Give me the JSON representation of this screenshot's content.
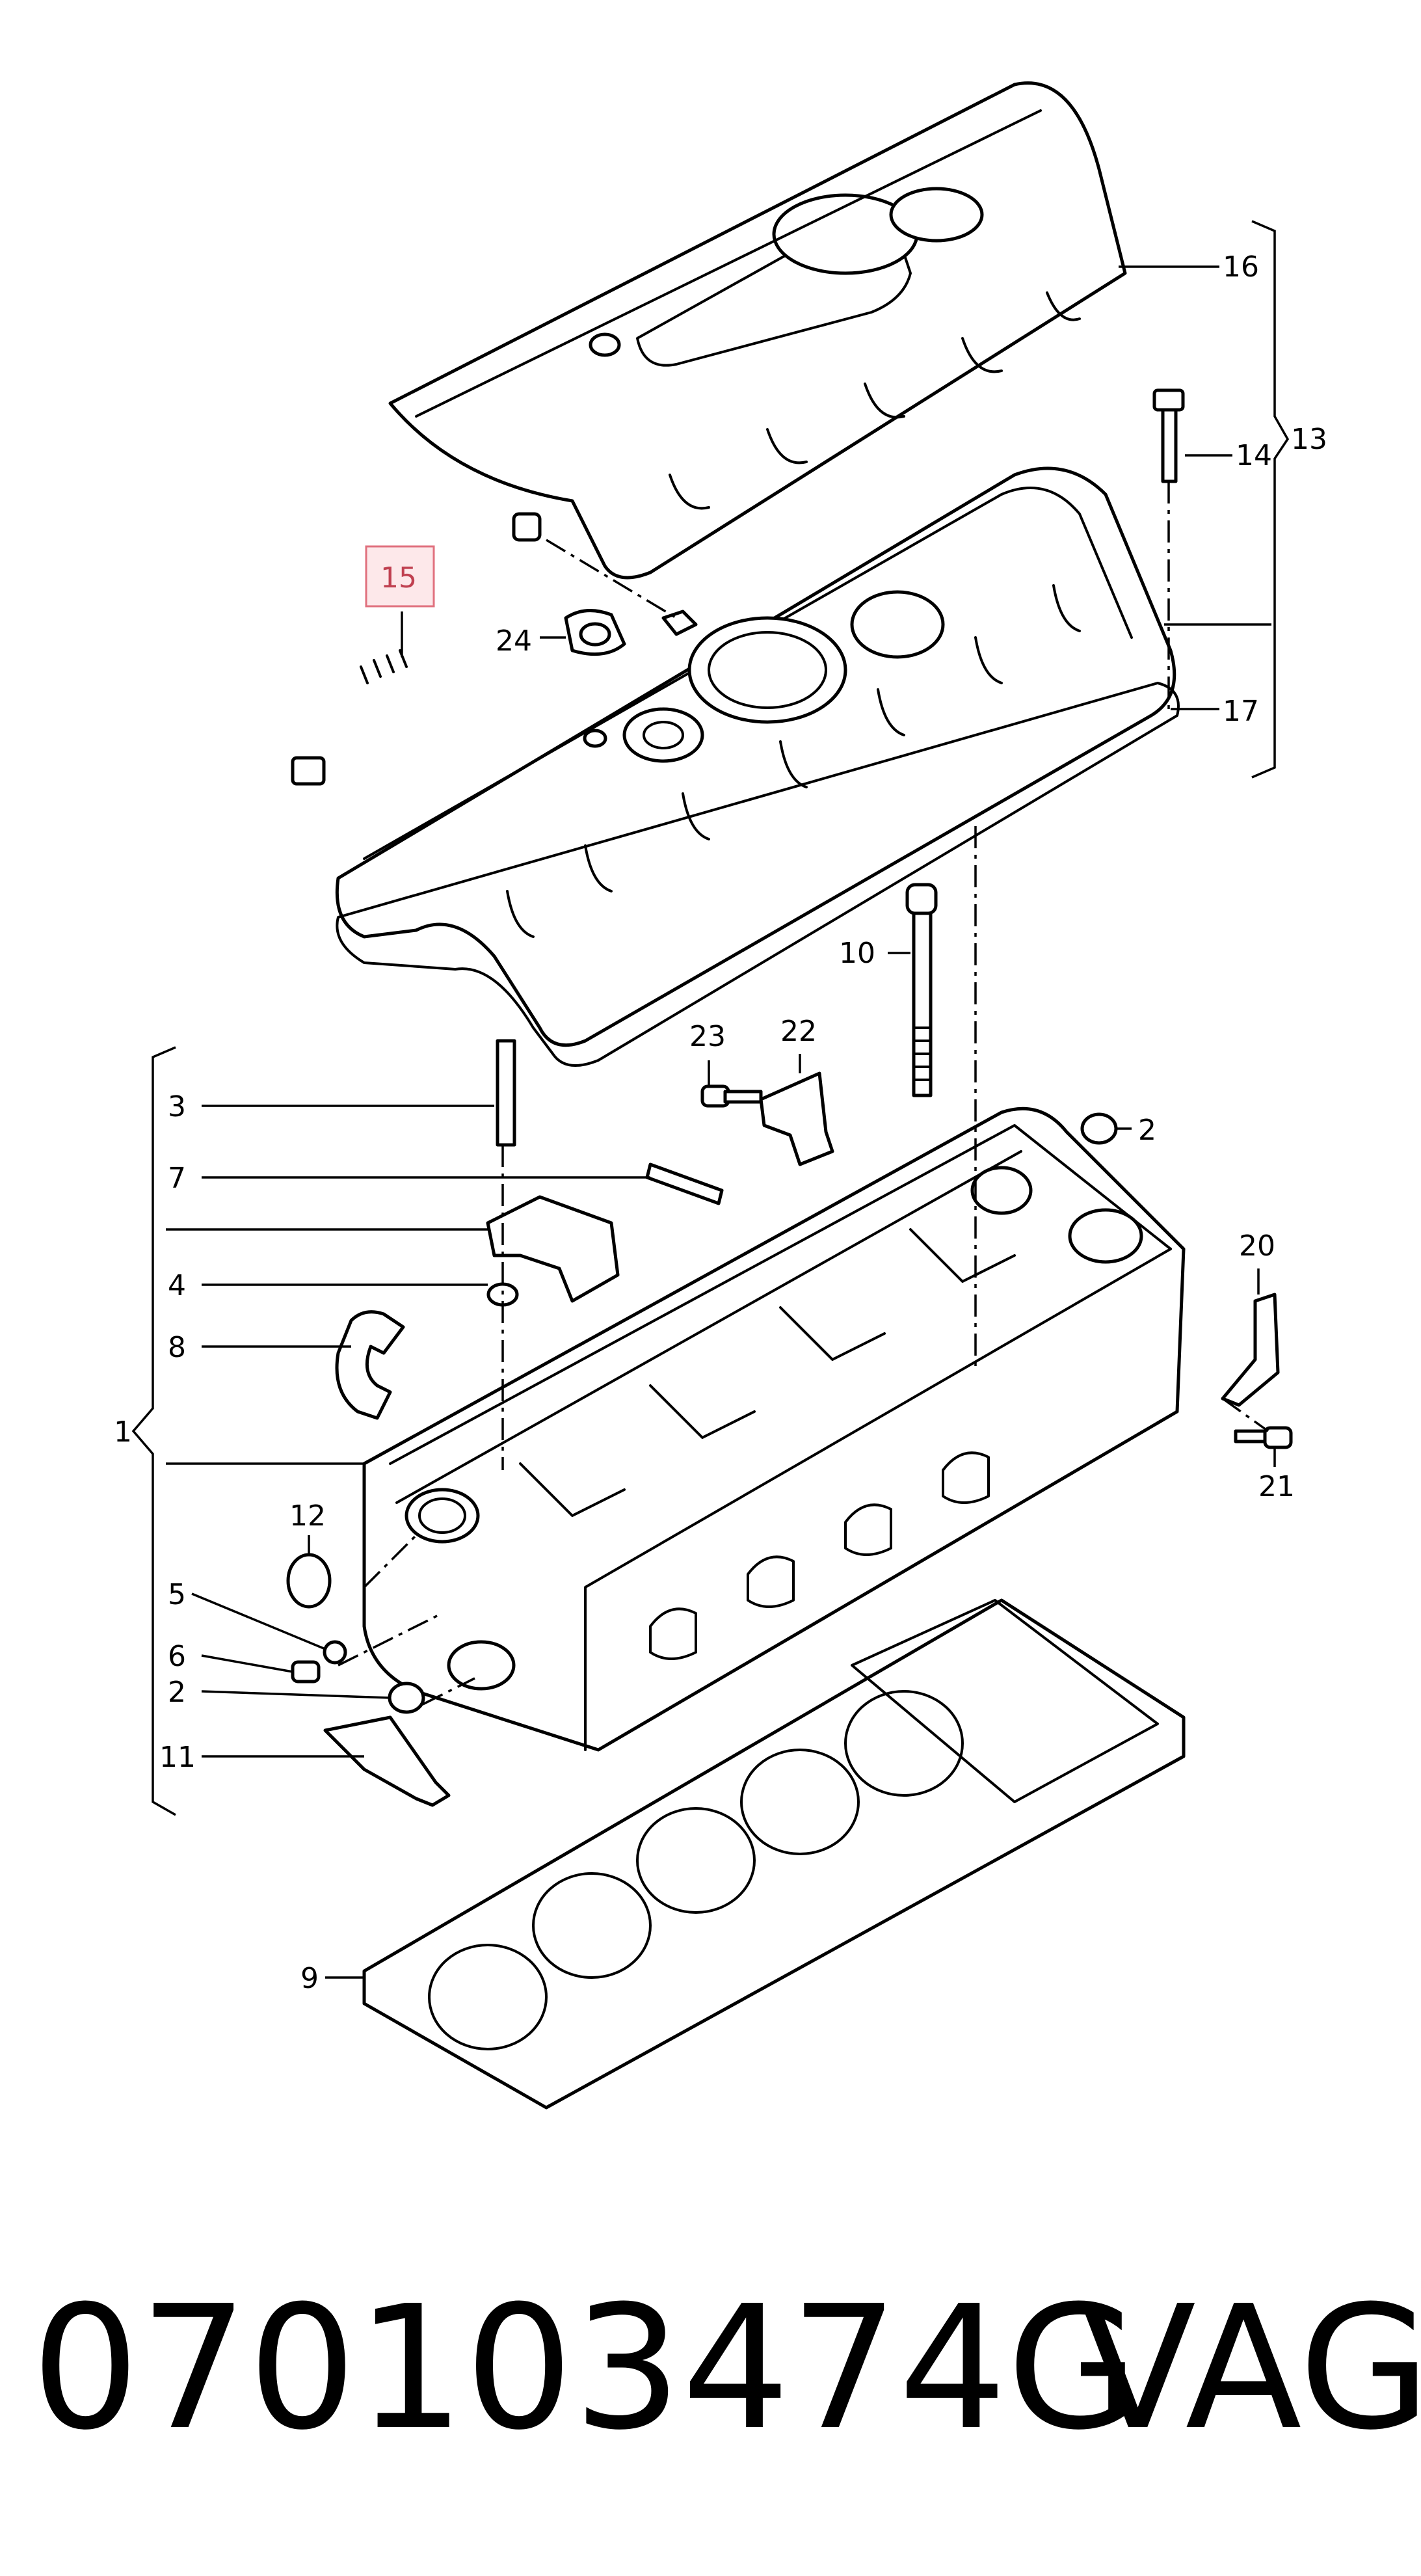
{
  "diagram": {
    "callouts": {
      "c1": "1",
      "c2a": "2",
      "c2b": "2",
      "c3": "3",
      "c4": "4",
      "c5": "5",
      "c6": "6",
      "c7": "7",
      "c8": "8",
      "c9": "9",
      "c10": "10",
      "c11": "11",
      "c12": "12",
      "c13": "13",
      "c14": "14",
      "c15": "15",
      "c16": "16",
      "c17": "17",
      "c20": "20",
      "c21": "21",
      "c22": "22",
      "c23": "23",
      "c24": "24"
    }
  },
  "footer": {
    "part_number": "070103474G",
    "brand": "VAG"
  }
}
